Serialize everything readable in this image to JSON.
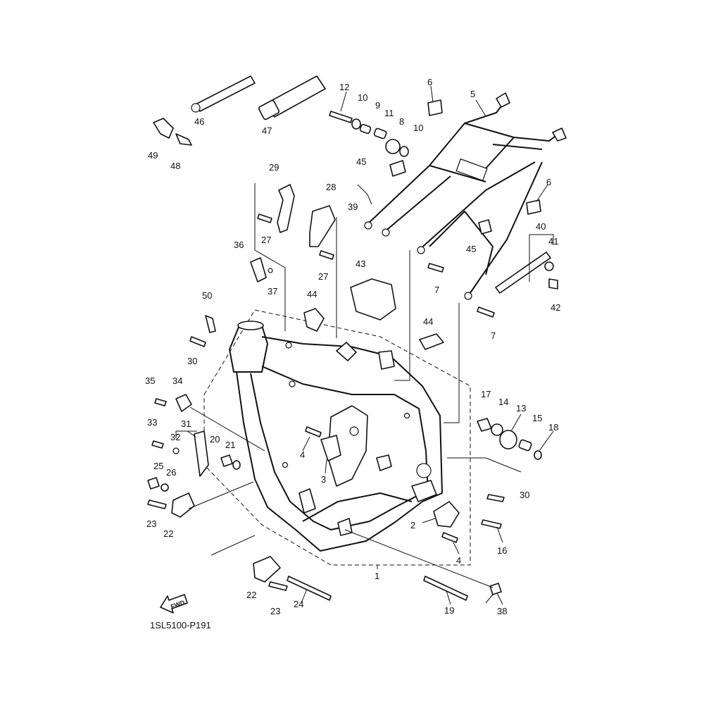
{
  "diagram": {
    "diagram_code": "1SL5100-P191",
    "fwd_label": "FWD",
    "callouts": {
      "c1": "1",
      "c2": "2",
      "c3": "3",
      "c4a": "4",
      "c4b": "4",
      "c5": "5",
      "c6a": "6",
      "c6b": "6",
      "c7a": "7",
      "c7b": "7",
      "c8": "8",
      "c9": "9",
      "c10a": "10",
      "c10b": "10",
      "c11": "11",
      "c12": "12",
      "c13": "13",
      "c14": "14",
      "c15": "15",
      "c16": "16",
      "c17": "17",
      "c18": "18",
      "c19": "19",
      "c20": "20",
      "c21": "21",
      "c22a": "22",
      "c22b": "22",
      "c23a": "23",
      "c23b": "23",
      "c24": "24",
      "c25": "25",
      "c26": "26",
      "c27a": "27",
      "c27b": "27",
      "c28": "28",
      "c29": "29",
      "c30a": "30",
      "c30b": "30",
      "c31": "31",
      "c32": "32",
      "c33": "33",
      "c34": "34",
      "c35": "35",
      "c36": "36",
      "c37": "37",
      "c38": "38",
      "c39": "39",
      "c40": "40",
      "c41": "41",
      "c42": "42",
      "c43": "43",
      "c44a": "44",
      "c44b": "44",
      "c45a": "45",
      "c45b": "45",
      "c46": "46",
      "c47": "47",
      "c48": "48",
      "c49": "49",
      "c50": "50"
    }
  }
}
